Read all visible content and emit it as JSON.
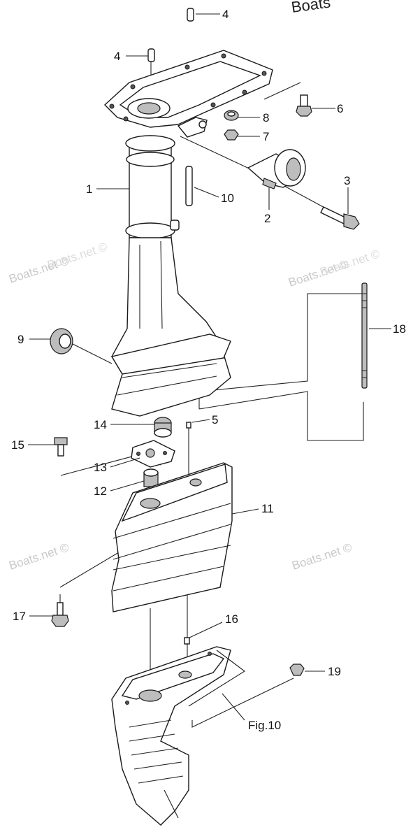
{
  "diagram": {
    "figure_label": "Fig.10",
    "watermarks": [
      "Boats.net ©",
      "Boats.net ©",
      "Boats.net ©",
      "Boats.net ©",
      "Boats.net ©",
      "Boats.net ©"
    ],
    "corner_watermark": "Boats",
    "callouts": [
      {
        "id": "c4a",
        "label": "4"
      },
      {
        "id": "c4b",
        "label": "4"
      },
      {
        "id": "c6",
        "label": "6"
      },
      {
        "id": "c8",
        "label": "8"
      },
      {
        "id": "c7",
        "label": "7"
      },
      {
        "id": "c1",
        "label": "1"
      },
      {
        "id": "c10",
        "label": "10"
      },
      {
        "id": "c3",
        "label": "3"
      },
      {
        "id": "c2",
        "label": "2"
      },
      {
        "id": "c18",
        "label": "18"
      },
      {
        "id": "c9",
        "label": "9"
      },
      {
        "id": "c14",
        "label": "14"
      },
      {
        "id": "c5",
        "label": "5"
      },
      {
        "id": "c15",
        "label": "15"
      },
      {
        "id": "c13",
        "label": "13"
      },
      {
        "id": "c12",
        "label": "12"
      },
      {
        "id": "c11",
        "label": "11"
      },
      {
        "id": "c17",
        "label": "17"
      },
      {
        "id": "c16",
        "label": "16"
      },
      {
        "id": "c19",
        "label": "19"
      }
    ]
  }
}
